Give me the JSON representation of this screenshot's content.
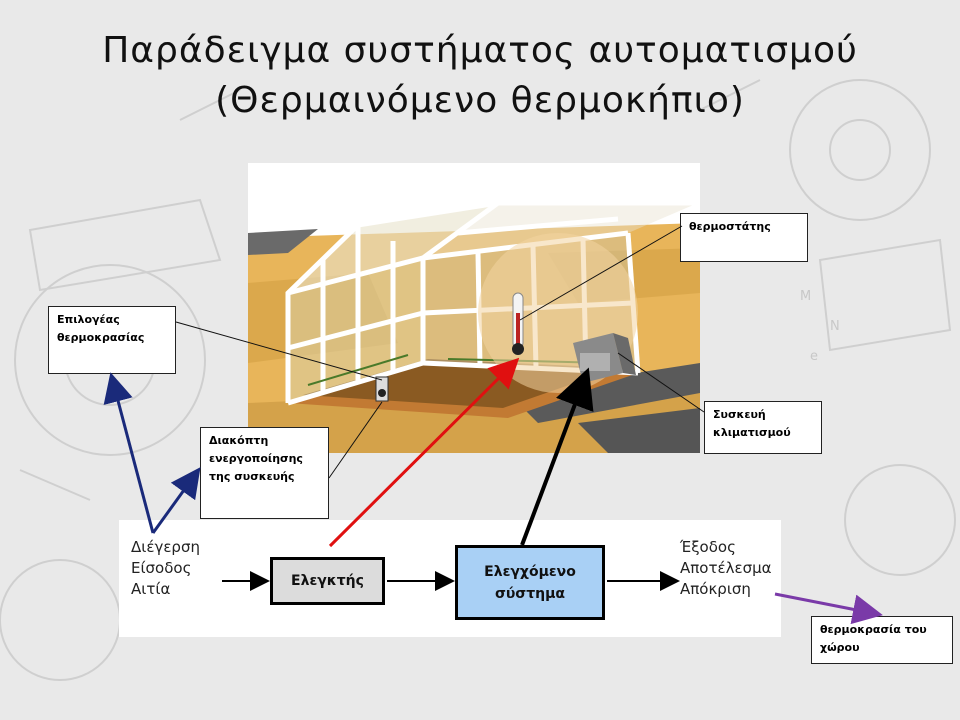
{
  "title": {
    "line1": "Παράδειγμα συστήματος αυτοματισμού",
    "line2": "(Θερμαινόμενο θερμοκήπιο)"
  },
  "callouts": {
    "thermostat": "θερμοστάτης",
    "selector": "Επιλογέας θερμοκρασίας",
    "ac_unit": "Συσκευή κλιματισμού",
    "switch": "Διακόπτη ενεργοποίησης της συσκευής",
    "room_temp": "θερμοκρασία του χώρου"
  },
  "block_diagram": {
    "input_labels": [
      "Διέγερση",
      "Είσοδος",
      "Αιτία"
    ],
    "output_labels": [
      "Έξοδος",
      "Αποτέλεσμα",
      "Απόκριση"
    ],
    "controller": "Ελεγκτής",
    "controlled_system": "Ελεγχόμενο σύστημα"
  },
  "colors": {
    "navy_arrow": "#1a2a7a",
    "red_arrow": "#e01010",
    "purple_arrow": "#7a3aa8",
    "controller_fill": "#dcdcdc",
    "system_fill": "#a9d0f5",
    "sky": "#ffffff",
    "ground": "#e8b55a"
  }
}
